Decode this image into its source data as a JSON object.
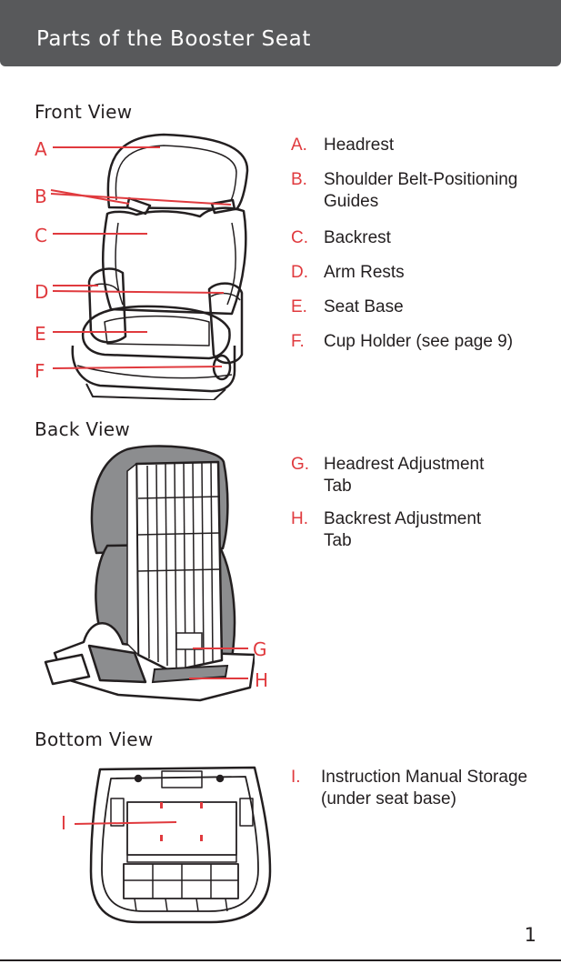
{
  "header": {
    "title": "Parts of the Booster Seat"
  },
  "front": {
    "title": "Front View",
    "callouts": [
      "A",
      "B",
      "C",
      "D",
      "E",
      "F"
    ],
    "parts": [
      {
        "letter": "A.",
        "label": "Headrest",
        "note": ""
      },
      {
        "letter": "B.",
        "label": "Shoulder Belt-Positioning Guides",
        "note": ""
      },
      {
        "letter": "C.",
        "label": "Backrest",
        "note": ""
      },
      {
        "letter": "D.",
        "label": "Arm Rests",
        "note": ""
      },
      {
        "letter": "E.",
        "label": "Seat Base",
        "note": ""
      },
      {
        "letter": "F.",
        "label": "Cup Holder",
        "note": " (see page 9)"
      }
    ]
  },
  "back": {
    "title": "Back View",
    "callouts": [
      "G",
      "H"
    ],
    "parts": [
      {
        "letter": "G.",
        "label": "Headrest Adjustment Tab",
        "note": ""
      },
      {
        "letter": "H.",
        "label": "Backrest Adjustment Tab",
        "note": ""
      }
    ]
  },
  "bottom": {
    "title": "Bottom View",
    "callouts": [
      "I"
    ],
    "parts": [
      {
        "letter": "I.",
        "label": "Instruction Manual Storage",
        "note": " (under seat base)"
      }
    ]
  },
  "page_number": "1",
  "colors": {
    "header_bg": "#58595b",
    "accent": "#e03a3e",
    "text": "#231f20"
  }
}
